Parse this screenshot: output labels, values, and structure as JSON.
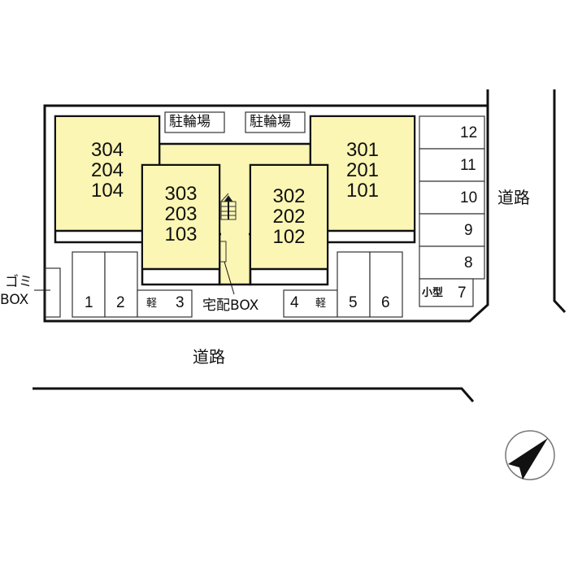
{
  "colors": {
    "building": "#fbf6b4",
    "line": "#111111",
    "background": "#ffffff"
  },
  "buildings": [
    {
      "id": "b-west",
      "units": [
        "304",
        "204",
        "104"
      ]
    },
    {
      "id": "b-center-left",
      "units": [
        "303",
        "203",
        "103"
      ]
    },
    {
      "id": "b-center-right",
      "units": [
        "302",
        "202",
        "102"
      ]
    },
    {
      "id": "b-east",
      "units": [
        "301",
        "201",
        "101"
      ]
    }
  ],
  "bicycle_parking": [
    "駐輪場",
    "駐輪場"
  ],
  "parking": {
    "right": [
      "12",
      "11",
      "10",
      "9",
      "8"
    ],
    "small_label": "小型",
    "small_num": "7",
    "bottom": [
      "1",
      "2",
      "3",
      "4",
      "5",
      "6"
    ],
    "kei_label": "軽"
  },
  "labels": {
    "garbage_line1": "ゴミ",
    "garbage_line2": "BOX",
    "delivery_box": "宅配BOX",
    "road_east": "道路",
    "road_south": "道路"
  },
  "icons": {
    "compass": "north-arrow-icon",
    "stairs": "stairs-icon"
  }
}
